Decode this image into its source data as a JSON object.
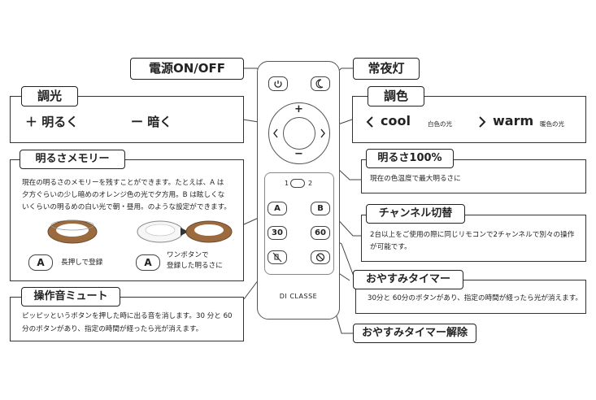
{
  "labels": {
    "power": "電源ON/OFF",
    "nightlight": "常夜灯",
    "dimming": "調光",
    "color": "調色",
    "memory": "明るさメモリー",
    "bright100": "明るさ100%",
    "channel": "チャンネル切替",
    "timer": "おやすみタイマー",
    "mute": "操作音ミュート",
    "timer_cancel": "おやすみタイマー解除"
  },
  "dimming": {
    "plus": "＋ 明るく",
    "minus": "ー 暗く"
  },
  "color": {
    "cool": "cool",
    "cool_sub": "白色の光",
    "warm": "warm",
    "warm_sub": "暖色の光"
  },
  "memory_desc": [
    "現在の明るさのメモリーを残すことができます。たとえば、A は",
    "夕方ぐらいの少し暗めのオレンジ色の光で夕方用。B は眩しくな",
    "いくらいの明るめの白い光で朝・昼用。のような設定ができます。"
  ],
  "memory_a1": "長押しで登録",
  "memory_a2_line1": "ワンボタンで",
  "memory_a2_line2": "登録した明るさに",
  "bright100_desc": "現在の色温度で最大明るさに",
  "channel_desc": [
    "2台以上をご使用の際に同じリモコンで2チャンネルで別々の操作",
    "が可能です。"
  ],
  "timer_desc": "30分と 60分のボタンがあり、指定の時間が経ったら光が消えます。",
  "mute_desc": [
    "ピッピッというボタンを押した時に出る音を消します。30 分と 60",
    "分のボタンがあり、指定の時間が経ったら光が消えます。"
  ],
  "remote": {
    "brand": "DI CLASSE",
    "plus": "+",
    "minus": "−",
    "switch_1": "1",
    "switch_2": "2",
    "btn_a": "A",
    "btn_b": "B",
    "btn_30": "30",
    "btn_60": "60"
  },
  "colors": {
    "outline": "#333333",
    "ring_brown": "#9c6a3f",
    "ring_orange": "#c98a4e"
  }
}
